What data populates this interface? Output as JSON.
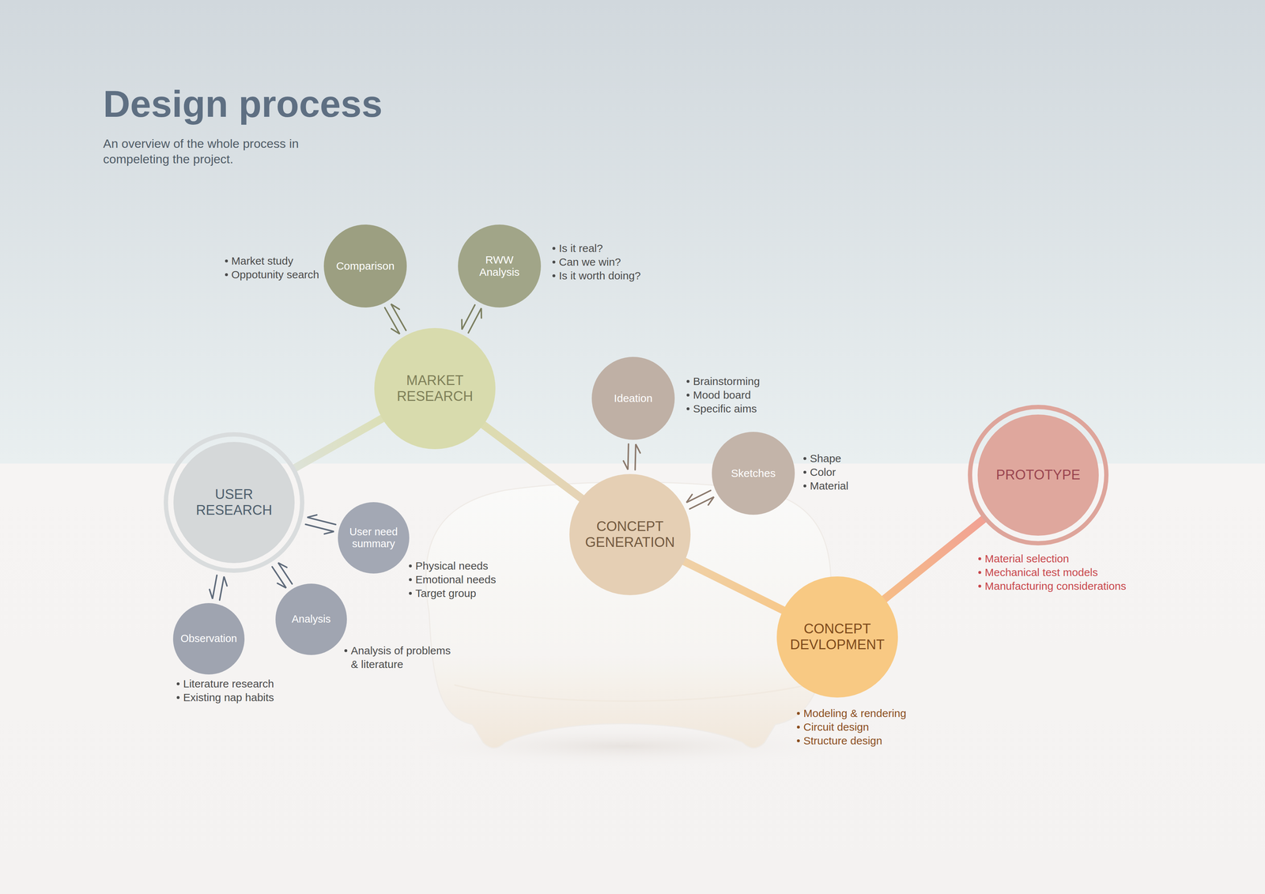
{
  "diagram": {
    "title": "Design process",
    "caption": "An overview of the whole process in compeleting the project.",
    "nodes": [
      {
        "text": [
          "USER RESEARCH"
        ]
      },
      {
        "text": [
          "User need summary"
        ]
      },
      {
        "text": [
          "Analysis"
        ]
      },
      {
        "text": [
          "Observation"
        ]
      },
      {
        "text": [
          "MARKET RESEARCH"
        ]
      },
      {
        "text": [
          "Comparison"
        ]
      },
      {
        "text": [
          "RWW Analysis"
        ]
      },
      {
        "text": [
          "CONCEPT GENERATION"
        ]
      },
      {
        "text": [
          "Ideation"
        ]
      },
      {
        "text": [
          "Sketches"
        ]
      },
      {
        "text": [
          "CONCEPT DEVLOPMENT"
        ]
      },
      {
        "text": [
          "PROTOTYPE"
        ]
      }
    ],
    "edges": [
      {
        "from": 0,
        "to": 4,
        "arrow": "none"
      },
      {
        "from": 4,
        "to": 7,
        "arrow": "none"
      },
      {
        "from": 7,
        "to": 10,
        "arrow": "none"
      },
      {
        "from": 10,
        "to": 11,
        "arrow": "none"
      },
      {
        "from": 4,
        "to": 5,
        "arrow": "both"
      },
      {
        "from": 4,
        "to": 6,
        "arrow": "both"
      },
      {
        "from": 0,
        "to": 1,
        "arrow": "both"
      },
      {
        "from": 0,
        "to": 2,
        "arrow": "both"
      },
      {
        "from": 0,
        "to": 3,
        "arrow": "both"
      },
      {
        "from": 7,
        "to": 8,
        "arrow": "both"
      },
      {
        "from": 7,
        "to": 9,
        "arrow": "both"
      }
    ],
    "labels": [
      "Market study",
      "Oppotunity search",
      "Is it real?",
      "Can we win?",
      "Is it worth doing?",
      "Physical needs",
      "Emotional needs",
      "Target group",
      "Analysis of problems & literature",
      "Literature research",
      "Existing nap habits",
      "Brainstorming",
      "Mood board",
      "Specific aims",
      "Shape",
      "Color",
      "Material",
      "Modeling & rendering",
      "Circuit design",
      "Structure design",
      "Material selection",
      "Mechanical test models",
      "Manufacturing considerations"
    ]
  }
}
